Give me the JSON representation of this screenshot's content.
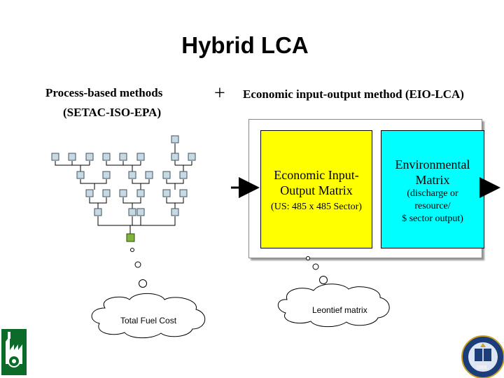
{
  "title": "Hybrid LCA",
  "left": {
    "heading_line1": "Process-based methods",
    "heading_line2": "(SETAC-ISO-EPA)",
    "cloud_label": "Total Fuel Cost"
  },
  "plus": "+",
  "right": {
    "heading": "Economic input-output method (EIO-LCA)",
    "economic_matrix": {
      "line1": "Economic Input-",
      "line2": "Output Matrix",
      "sub": "(US: 485 x 485 Sector)",
      "fill": "#ffff00"
    },
    "environmental_matrix": {
      "line1": "Environmental",
      "line2": "Matrix",
      "sub1": "(discharge or",
      "sub2": "resource/",
      "sub3": "$ sector output)",
      "fill": "#00ffff"
    },
    "cloud_label": "Leontief matrix"
  },
  "logos": {
    "left": "recycling-factory-logo",
    "right": "university-seal",
    "seal_text": "1868"
  }
}
